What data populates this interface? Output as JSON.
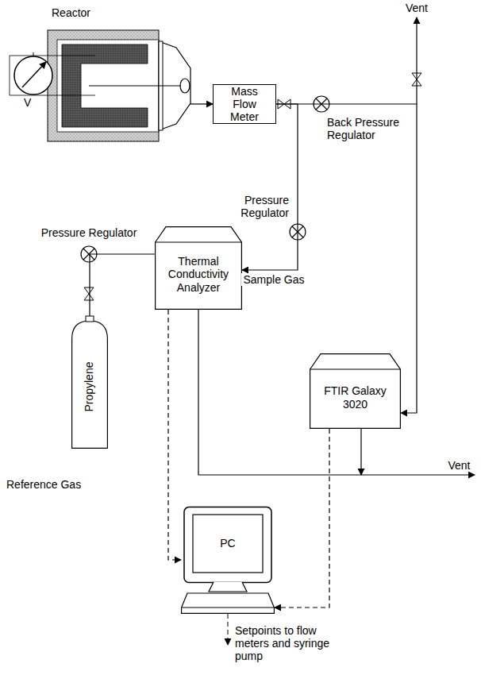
{
  "diagram": {
    "nodes": [
      {
        "text": [
          "Reactor"
        ]
      },
      {
        "text": [
          "Mass Flow Meter"
        ]
      },
      {
        "text": [
          "Thermal Conductivity Analyzer"
        ]
      },
      {
        "text": [
          "FTIR Galaxy 3020"
        ]
      },
      {
        "text": [
          "Propylene"
        ]
      },
      {
        "text": [
          "PC"
        ]
      }
    ],
    "edges": [
      {
        "from": 0,
        "to": 1,
        "arrow": "to"
      },
      {
        "from": 1,
        "to": 2,
        "label": "Sample Gas",
        "arrow": "to"
      },
      {
        "from": 1,
        "to": 3,
        "arrow": "to"
      },
      {
        "from": 4,
        "to": 2,
        "arrow": "none"
      },
      {
        "from": 2,
        "to": 5,
        "arrow": "to"
      },
      {
        "from": 3,
        "to": 5,
        "arrow": "to"
      }
    ],
    "labels": [
      "V",
      "Vent",
      "Back Pressure Regulator",
      "Pressure Regulator",
      "Pressure Regulator",
      "Vent",
      "Reference Gas",
      "Setpoints to flow meters and syringe pump"
    ]
  }
}
